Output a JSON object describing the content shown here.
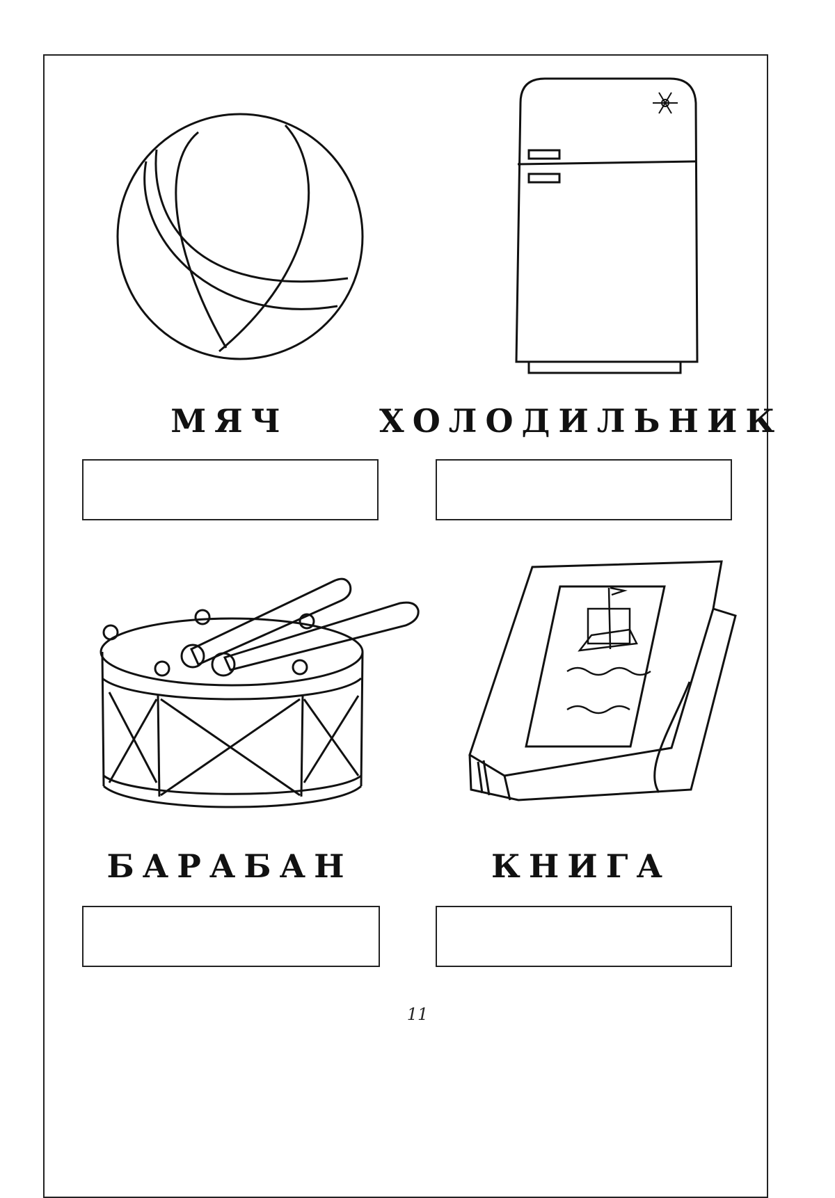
{
  "words": {
    "ball": "МЯЧ",
    "fridge": "ХОЛОДИЛЬНИК",
    "drum": "БАРАБАН",
    "book": "КНИГА"
  },
  "page_number": "11",
  "icons": [
    "ball-icon",
    "refrigerator-icon",
    "drum-icon",
    "book-icon",
    "snowflake-icon",
    "ship-icon"
  ]
}
